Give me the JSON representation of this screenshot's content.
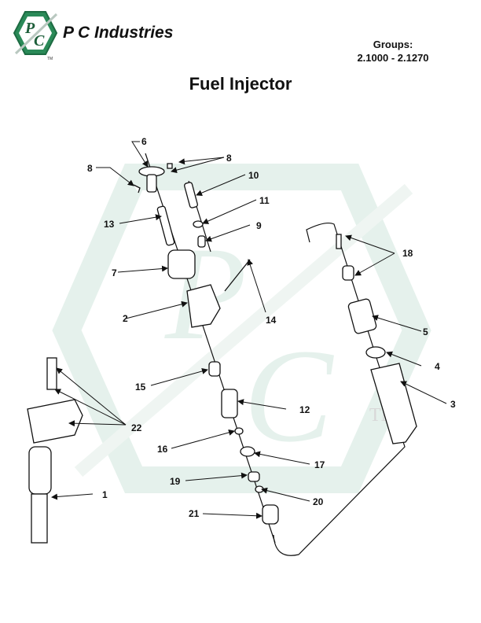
{
  "header": {
    "brand_name": "P C Industries",
    "logo_text": "PC",
    "logo_tm": "TM",
    "groups_label": "Groups:",
    "groups_range": "2.1000 - 2.1270"
  },
  "page_title": "Fuel Injector",
  "watermark": {
    "tm": "TM",
    "color": "#d6ebe2"
  },
  "brand_color": "#1f7a4a",
  "callouts": [
    {
      "id": "c6",
      "label": "6"
    },
    {
      "id": "c8a",
      "label": "8"
    },
    {
      "id": "c8b",
      "label": "8"
    },
    {
      "id": "c10",
      "label": "10"
    },
    {
      "id": "c11",
      "label": "11"
    },
    {
      "id": "c9",
      "label": "9"
    },
    {
      "id": "c13",
      "label": "13"
    },
    {
      "id": "c7",
      "label": "7"
    },
    {
      "id": "c2",
      "label": "2"
    },
    {
      "id": "c14",
      "label": "14"
    },
    {
      "id": "c18",
      "label": "18"
    },
    {
      "id": "c5",
      "label": "5"
    },
    {
      "id": "c4",
      "label": "4"
    },
    {
      "id": "c3",
      "label": "3"
    },
    {
      "id": "c15",
      "label": "15"
    },
    {
      "id": "c12",
      "label": "12"
    },
    {
      "id": "c22",
      "label": "22"
    },
    {
      "id": "c16",
      "label": "16"
    },
    {
      "id": "c17",
      "label": "17"
    },
    {
      "id": "c19",
      "label": "19"
    },
    {
      "id": "c20",
      "label": "20"
    },
    {
      "id": "c21",
      "label": "21"
    },
    {
      "id": "c1",
      "label": "1"
    }
  ]
}
